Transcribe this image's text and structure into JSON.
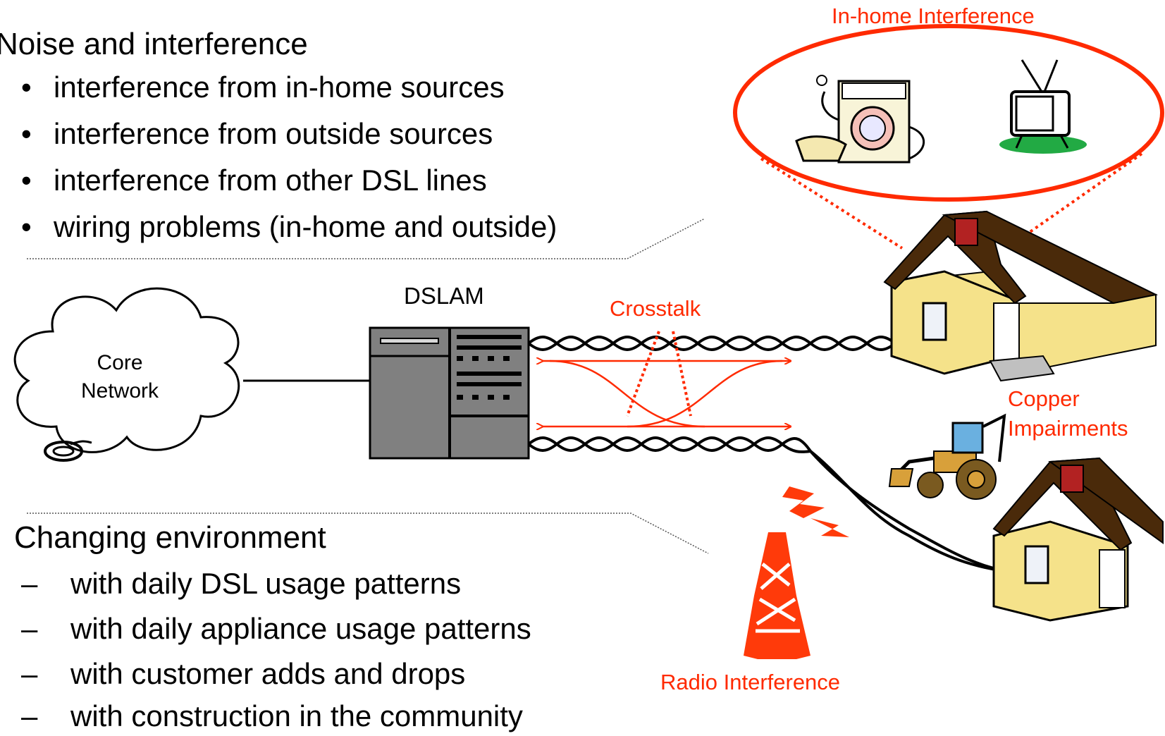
{
  "colors": {
    "accent": "#ff2a00",
    "house_wall": "#f5e28a",
    "roof": "#4a2a0a",
    "chimney": "#b22222",
    "equipment": "#808080"
  },
  "noise_section": {
    "heading": "Noise and interference",
    "items": [
      "interference from in-home sources",
      "interference from outside sources",
      "interference from other DSL lines",
      "wiring problems (in-home and outside)"
    ]
  },
  "changing_section": {
    "heading": "Changing environment",
    "items": [
      "with daily DSL usage patterns",
      "with daily appliance usage patterns",
      "with customer adds and drops",
      "with construction in the community"
    ]
  },
  "diagram": {
    "cloud_label_line1": "Core",
    "cloud_label_line2": "Network",
    "dslam_label": "DSLAM",
    "crosstalk_label": "Crosstalk",
    "inhome_label": "In-home Interference",
    "copper_label_line1": "Copper",
    "copper_label_line2": "Impairments",
    "radio_label": "Radio Interference",
    "icons": [
      "cloud-icon",
      "dslam-icon",
      "house-icon",
      "washing-machine-icon",
      "television-icon",
      "backhoe-icon",
      "radio-tower-icon"
    ]
  }
}
